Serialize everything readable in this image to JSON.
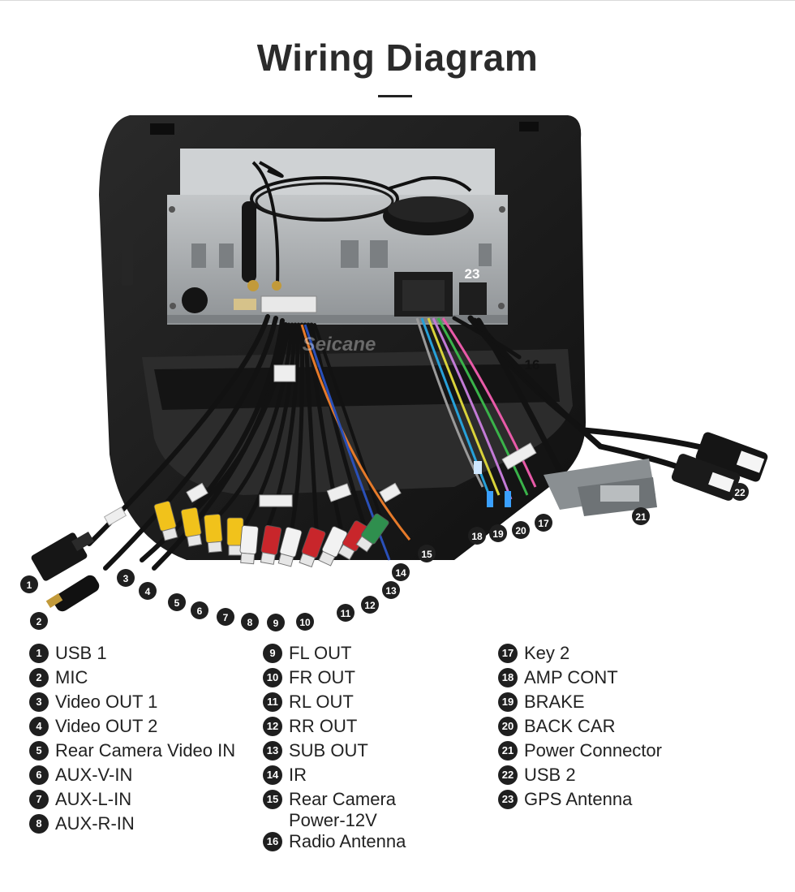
{
  "title": "Wiring Diagram",
  "watermark": "Seicane",
  "callouts": [
    {
      "n": "1"
    },
    {
      "n": "2"
    },
    {
      "n": "3"
    },
    {
      "n": "4"
    },
    {
      "n": "5"
    },
    {
      "n": "6"
    },
    {
      "n": "7"
    },
    {
      "n": "8"
    },
    {
      "n": "9"
    },
    {
      "n": "10"
    },
    {
      "n": "11"
    },
    {
      "n": "12"
    },
    {
      "n": "13"
    },
    {
      "n": "14"
    },
    {
      "n": "15"
    },
    {
      "n": "16"
    },
    {
      "n": "17"
    },
    {
      "n": "18"
    },
    {
      "n": "19"
    },
    {
      "n": "20"
    },
    {
      "n": "21"
    },
    {
      "n": "22"
    },
    {
      "n": "23"
    }
  ],
  "legend": {
    "col1": [
      {
        "n": "1",
        "label": "USB 1"
      },
      {
        "n": "2",
        "label": "MIC"
      },
      {
        "n": "3",
        "label": "Video OUT 1"
      },
      {
        "n": "4",
        "label": "Video OUT 2"
      },
      {
        "n": "5",
        "label": "Rear Camera Video IN"
      },
      {
        "n": "6",
        "label": "AUX-V-IN"
      },
      {
        "n": "7",
        "label": "AUX-L-IN"
      },
      {
        "n": "8",
        "label": "AUX-R-IN"
      }
    ],
    "col2": [
      {
        "n": "9",
        "label": "FL OUT"
      },
      {
        "n": "10",
        "label": "FR OUT"
      },
      {
        "n": "11",
        "label": "RL OUT"
      },
      {
        "n": "12",
        "label": "RR OUT"
      },
      {
        "n": "13",
        "label": "SUB OUT"
      },
      {
        "n": "14",
        "label": "IR"
      },
      {
        "n": "15",
        "label": "Rear Camera\nPower-12V"
      },
      {
        "n": "16",
        "label": "Radio Antenna"
      }
    ],
    "col3": [
      {
        "n": "17",
        "label": "Key 2"
      },
      {
        "n": "18",
        "label": "AMP CONT"
      },
      {
        "n": "19",
        "label": "BRAKE"
      },
      {
        "n": "20",
        "label": "BACK CAR"
      },
      {
        "n": "21",
        "label": "Power Connector"
      },
      {
        "n": "22",
        "label": "USB 2"
      },
      {
        "n": "23",
        "label": "GPS Antenna"
      }
    ]
  },
  "colors": {
    "frame": "#1b1b1b",
    "chassis": "#a7abae",
    "rca_yellow": "#f1c21b",
    "rca_white": "#f2f2f2",
    "rca_red": "#c8262b",
    "rca_green": "#2f8f4e",
    "connector": "#8a8f92"
  }
}
